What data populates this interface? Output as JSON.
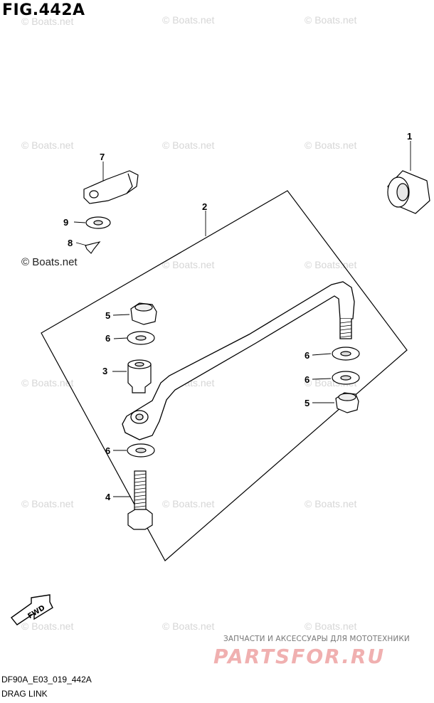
{
  "figure": {
    "title": "FIG.442A",
    "code": "DF90A_E03_019_442A",
    "caption": "DRAG LINK"
  },
  "watermark": {
    "text": "© Boats.net",
    "color": "#d6d6d6"
  },
  "direction_arrow": {
    "label": "FWD"
  },
  "dealer": {
    "line": "ЗАПЧАСТИ И АКСЕССУАРЫ ДЛЯ МОТОТЕХНИКИ",
    "logo": "PARTSFOR.RU",
    "logo_color": "#f0b0b0"
  },
  "parts": [
    {
      "ref": "1",
      "part": "bushing"
    },
    {
      "ref": "2",
      "part": "drag-link"
    },
    {
      "ref": "3",
      "part": "collar"
    },
    {
      "ref": "4",
      "part": "bolt"
    },
    {
      "ref": "5",
      "part": "nut"
    },
    {
      "ref": "5",
      "part": "nut"
    },
    {
      "ref": "6",
      "part": "washer"
    },
    {
      "ref": "6",
      "part": "washer"
    },
    {
      "ref": "6",
      "part": "washer"
    },
    {
      "ref": "6",
      "part": "washer"
    },
    {
      "ref": "7",
      "part": "cable-end"
    },
    {
      "ref": "8",
      "part": "clip"
    },
    {
      "ref": "9",
      "part": "washer"
    }
  ]
}
